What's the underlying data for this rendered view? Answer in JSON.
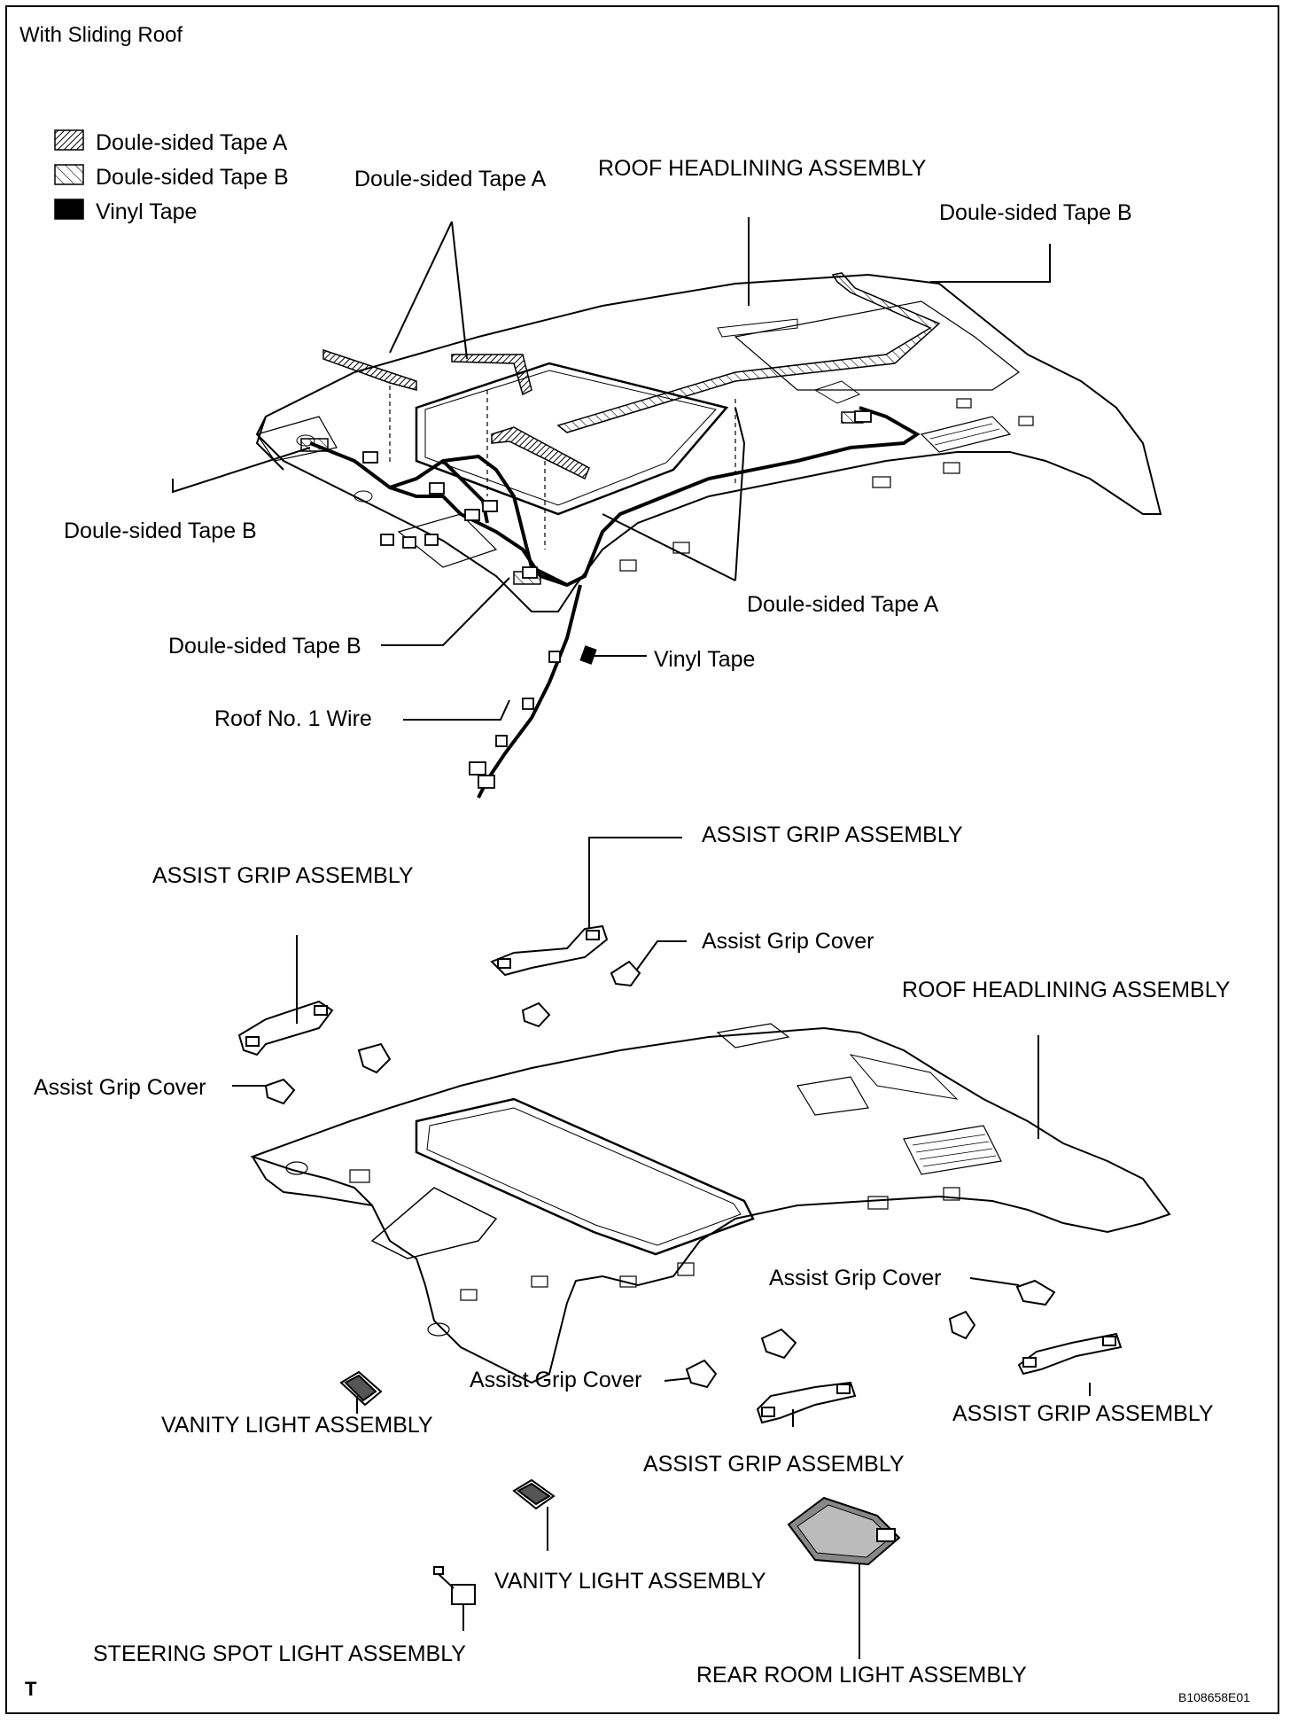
{
  "header": {
    "title": "With Sliding Roof"
  },
  "legend": [
    {
      "label": "Doule-sided Tape A",
      "pattern": "dense-diagonal"
    },
    {
      "label": "Doule-sided Tape B",
      "pattern": "sparse-diagonal"
    },
    {
      "label": "Vinyl Tape",
      "pattern": "solid-black"
    }
  ],
  "upper_callouts": {
    "tape_a_top": "Doule-sided Tape A",
    "roof_headlining": "ROOF HEADLINING ASSEMBLY",
    "tape_b_top_right": "Doule-sided Tape B",
    "tape_b_left": "Doule-sided Tape B",
    "tape_a_right": "Doule-sided Tape A",
    "tape_b_lower": "Doule-sided Tape B",
    "vinyl_tape": "Vinyl Tape",
    "roof_wire": "Roof No. 1 Wire"
  },
  "lower_callouts": {
    "assist_grip_top": "ASSIST GRIP ASSEMBLY",
    "assist_grip_left": "ASSIST GRIP ASSEMBLY",
    "assist_grip_cover_top": "Assist Grip Cover",
    "roof_headlining": "ROOF HEADLINING ASSEMBLY",
    "assist_grip_cover_left": "Assist Grip Cover",
    "assist_grip_cover_right": "Assist Grip Cover",
    "assist_grip_cover_mid": "Assist Grip Cover",
    "vanity_light_left": "VANITY LIGHT ASSEMBLY",
    "assist_grip_right": "ASSIST GRIP ASSEMBLY",
    "assist_grip_mid": "ASSIST GRIP ASSEMBLY",
    "vanity_light_mid": "VANITY LIGHT ASSEMBLY",
    "steering_spot_light": "STEERING SPOT LIGHT ASSEMBLY",
    "rear_room_light": "REAR ROOM LIGHT ASSEMBLY"
  },
  "footer": {
    "section_mark": "T",
    "figure_code": "B108658E01"
  }
}
